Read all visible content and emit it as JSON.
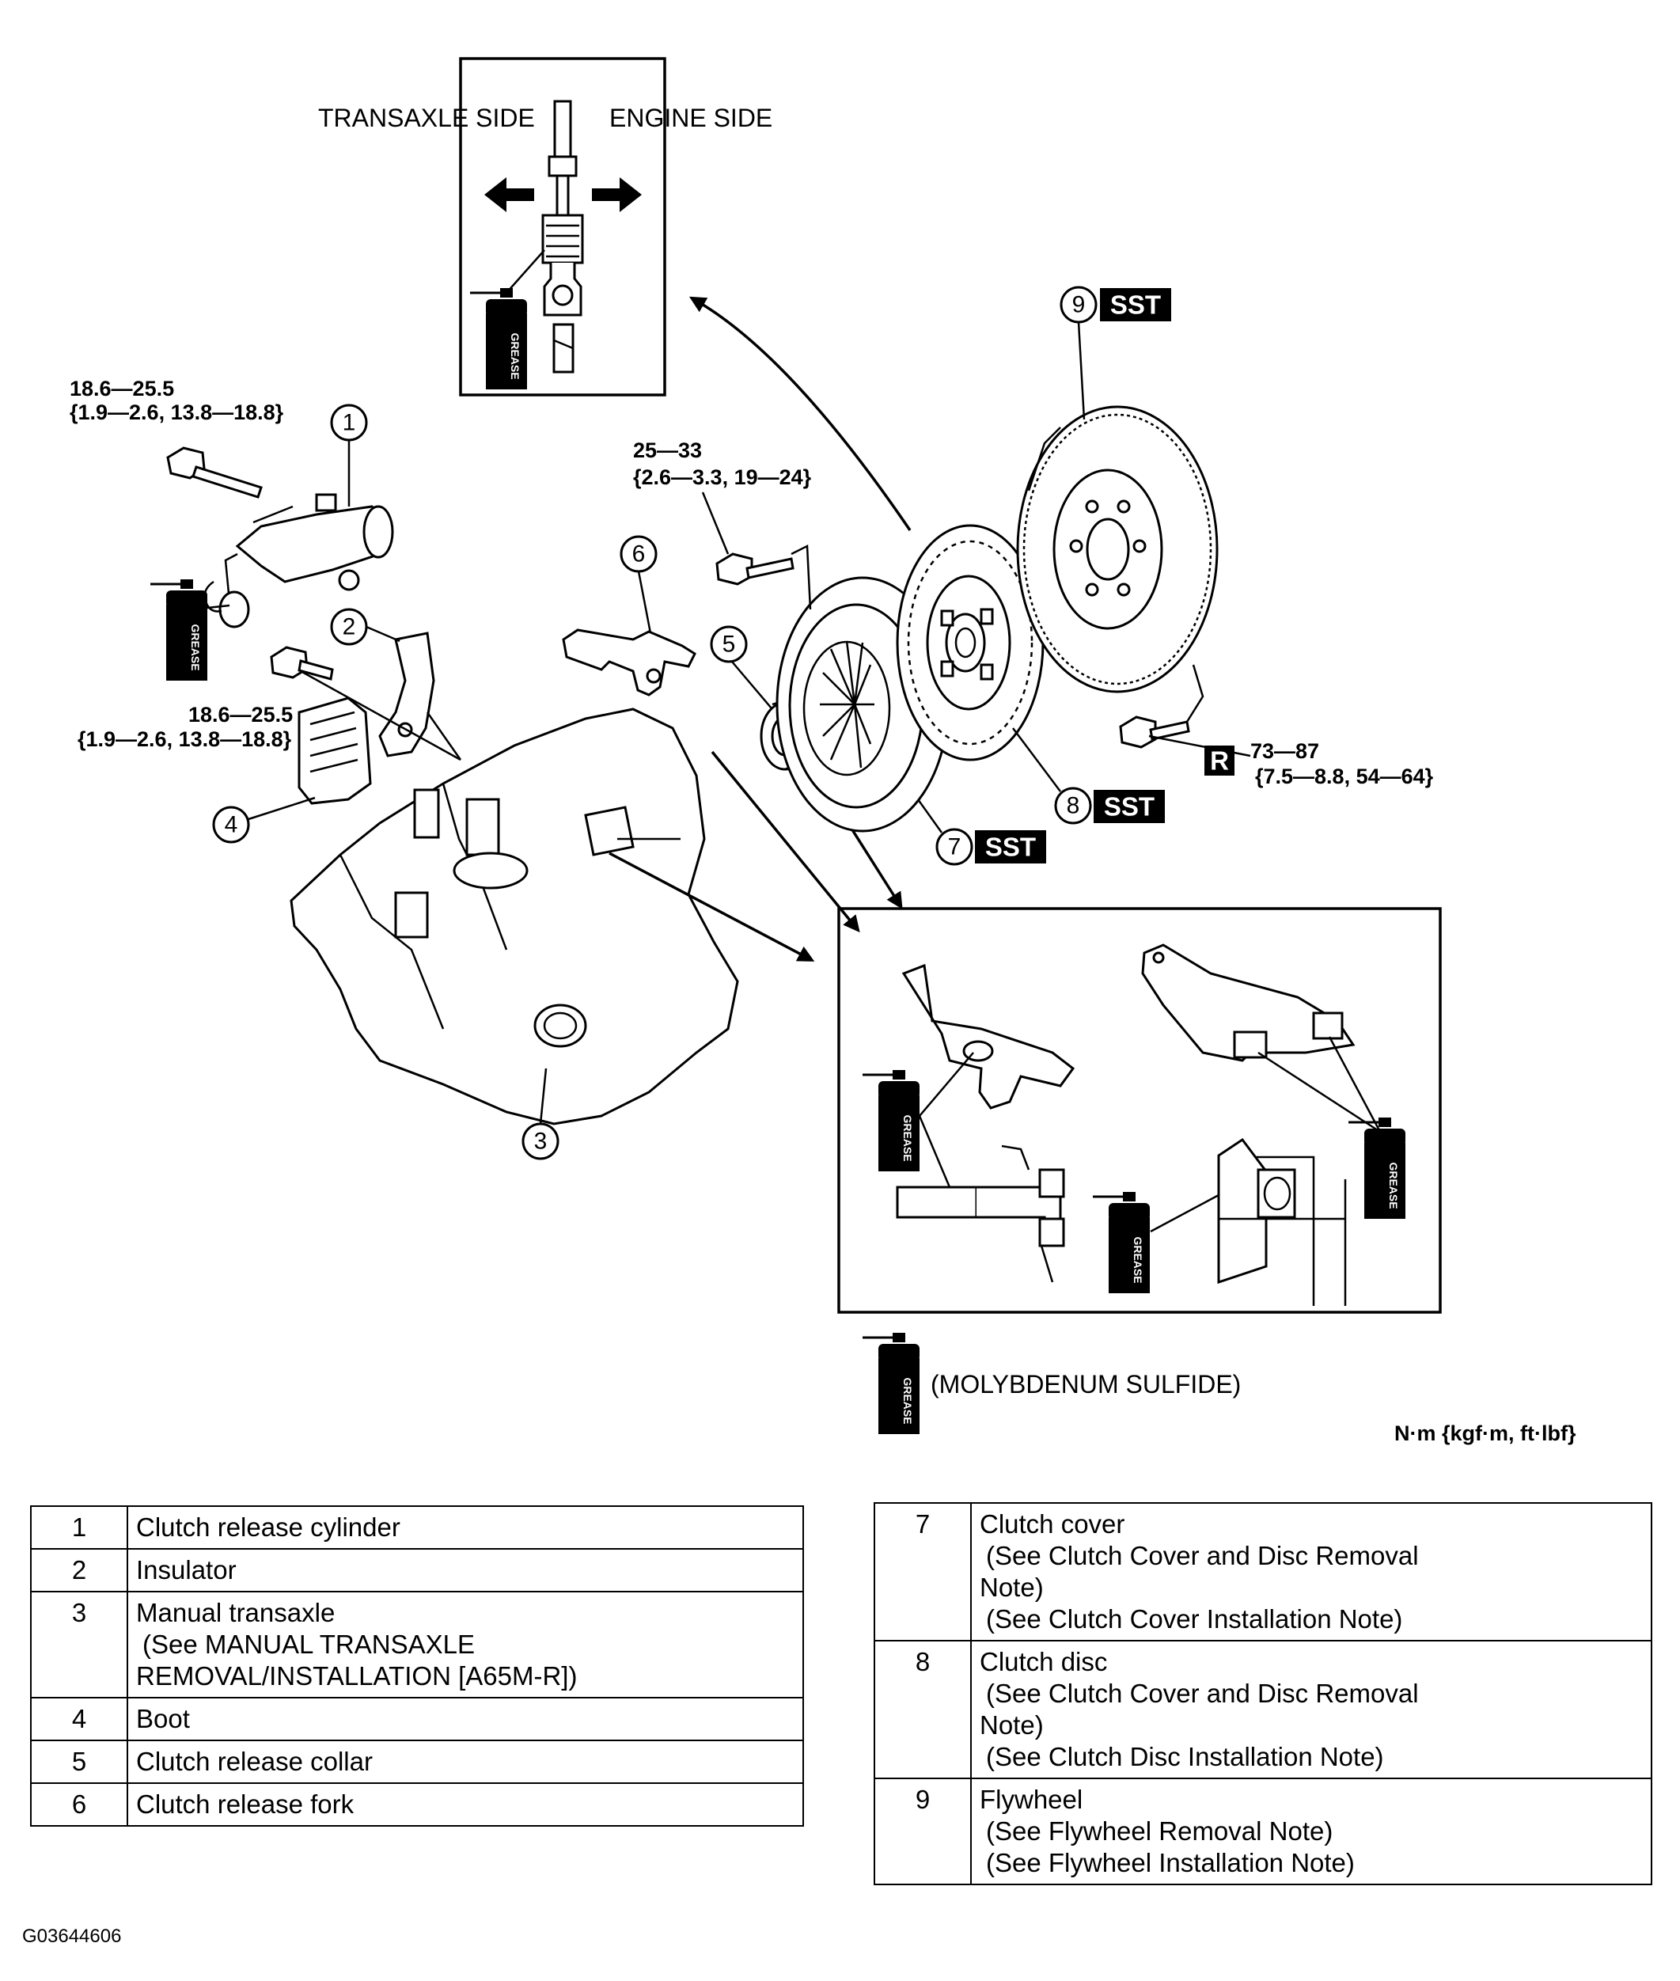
{
  "inset_top": {
    "left_label": "TRANSAXLE SIDE",
    "right_label": "ENGINE SIDE"
  },
  "torque": {
    "t1_line1": "18.6—25.5",
    "t1_line2": "{1.9—2.6, 13.8—18.8}",
    "t2_line1": "18.6—25.5",
    "t2_line2": "{1.9—2.6, 13.8—18.8}",
    "t3_line1": "25—33",
    "t3_line2": "{2.6—3.3, 19—24}",
    "t4_line1": "73—87",
    "t4_line2": "{7.5—8.8, 54—64}",
    "r_badge": "R"
  },
  "callouts": {
    "c1": "1",
    "c2": "2",
    "c3": "3",
    "c4": "4",
    "c5": "5",
    "c6": "6",
    "c7": "7",
    "c8": "8",
    "c9": "9"
  },
  "sst_label": "SST",
  "grease_text": "GREASE",
  "moly_label": "(MOLYBDENUM SULFIDE)",
  "units_label": "N·m {kgf·m,  ft·lbf}",
  "legend_left": [
    {
      "num": "1",
      "name": "Clutch release cylinder",
      "notes": []
    },
    {
      "num": "2",
      "name": "Insulator",
      "notes": []
    },
    {
      "num": "3",
      "name": "Manual transaxle",
      "notes": [
        "(See  MANUAL TRANSAXLE",
        "REMOVAL/INSTALLATION [A65M-R])"
      ]
    },
    {
      "num": "4",
      "name": "Boot",
      "notes": []
    },
    {
      "num": "5",
      "name": "Clutch release collar",
      "notes": []
    },
    {
      "num": "6",
      "name": "Clutch release fork",
      "notes": []
    }
  ],
  "legend_right": [
    {
      "num": "7",
      "name": "Clutch cover",
      "notes": [
        "(See  Clutch Cover and Disc Removal",
        "Note)",
        "(See  Clutch Cover Installation Note)"
      ]
    },
    {
      "num": "8",
      "name": "Clutch disc",
      "notes": [
        "(See  Clutch Cover and Disc Removal",
        "Note)",
        "(See  Clutch Disc Installation Note)"
      ]
    },
    {
      "num": "9",
      "name": "Flywheel",
      "notes": [
        "(See  Flywheel Removal Note)",
        "(See  Flywheel Installation Note)"
      ]
    }
  ],
  "footer_id": "G03644606"
}
